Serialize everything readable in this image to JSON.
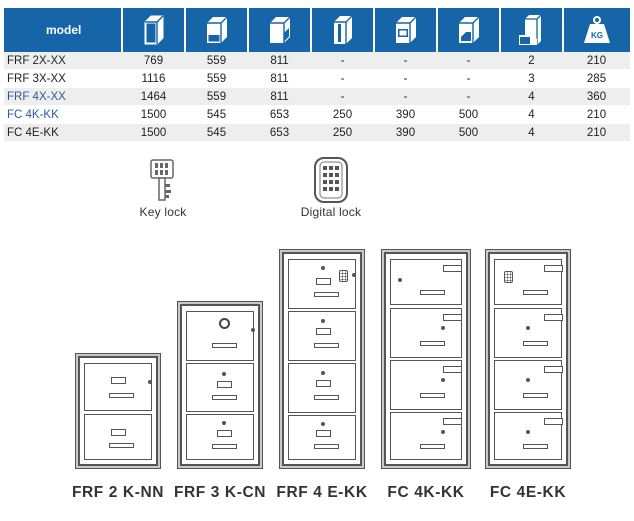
{
  "table": {
    "columns": [
      {
        "key": "model",
        "label": "model",
        "icon": null
      },
      {
        "key": "height",
        "label": "",
        "icon": "cabinet-height-icon"
      },
      {
        "key": "width",
        "label": "",
        "icon": "cabinet-width-icon"
      },
      {
        "key": "depth",
        "label": "",
        "icon": "cabinet-depth-icon"
      },
      {
        "key": "inner_height",
        "label": "",
        "icon": "inner-height-icon"
      },
      {
        "key": "inner_width",
        "label": "",
        "icon": "inner-width-icon"
      },
      {
        "key": "inner_depth",
        "label": "",
        "icon": "inner-depth-icon"
      },
      {
        "key": "drawers",
        "label": "",
        "icon": "drawer-count-icon"
      },
      {
        "key": "weight",
        "label": "",
        "icon": "weight-kg-icon"
      }
    ],
    "weight_icon_text": "KG",
    "rows": [
      {
        "model": "FRF 2X-XX",
        "height": "769",
        "width": "559",
        "depth": "811",
        "inner_height": "-",
        "inner_width": "-",
        "inner_depth": "-",
        "drawers": "2",
        "weight": "210",
        "model_color": "dark"
      },
      {
        "model": "FRF 3X-XX",
        "height": "1116",
        "width": "559",
        "depth": "811",
        "inner_height": "-",
        "inner_width": "-",
        "inner_depth": "-",
        "drawers": "3",
        "weight": "285",
        "model_color": "dark"
      },
      {
        "model": "FRF 4X-XX",
        "height": "1464",
        "width": "559",
        "depth": "811",
        "inner_height": "-",
        "inner_width": "-",
        "inner_depth": "-",
        "drawers": "4",
        "weight": "360",
        "model_color": "blue"
      },
      {
        "model": "FC 4K-KK",
        "height": "1500",
        "width": "545",
        "depth": "653",
        "inner_height": "250",
        "inner_width": "390",
        "inner_depth": "500",
        "drawers": "4",
        "weight": "210",
        "model_color": "blue"
      },
      {
        "model": "FC 4E-KK",
        "height": "1500",
        "width": "545",
        "depth": "653",
        "inner_height": "250",
        "inner_width": "390",
        "inner_depth": "500",
        "drawers": "4",
        "weight": "210",
        "model_color": "dark"
      }
    ]
  },
  "locks": {
    "key_lock": "Key lock",
    "digital_lock": "Digital lock"
  },
  "cabinets": [
    {
      "label": "FRF 2 K-NN",
      "drawers": 2
    },
    {
      "label": "FRF 3 K-CN",
      "drawers": 3
    },
    {
      "label": "FRF 4 E-KK",
      "drawers": 4
    },
    {
      "label": "FC 4K-KK",
      "drawers": 4
    },
    {
      "label": "FC 4E-KK",
      "drawers": 4
    }
  ],
  "colors": {
    "header_bg": "#1565a8",
    "row_alt_bg": "#eeeeee",
    "link_blue": "#2a5a9c",
    "outline": "#555555"
  }
}
